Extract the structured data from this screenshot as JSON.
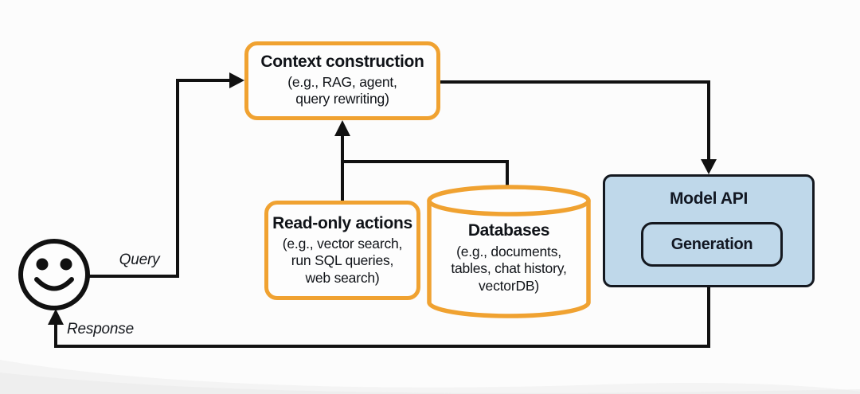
{
  "diagram": {
    "user": {
      "icon": "smiley-face",
      "query_label": "Query",
      "response_label": "Response"
    },
    "context_construction": {
      "title": "Context construction",
      "subtitle": "(e.g., RAG, agent,\nquery rewriting)"
    },
    "read_only_actions": {
      "title": "Read-only actions",
      "subtitle": "(e.g., vector search,\nrun SQL queries,\nweb search)"
    },
    "databases": {
      "title": "Databases",
      "subtitle": "(e.g., documents,\ntables, chat history,\nvectorDB)"
    },
    "model_api": {
      "title": "Model API",
      "generation_label": "Generation"
    },
    "colors": {
      "accent_orange": "#F0A231",
      "model_api_fill": "#BFD8EA",
      "line_color": "#111111"
    }
  }
}
